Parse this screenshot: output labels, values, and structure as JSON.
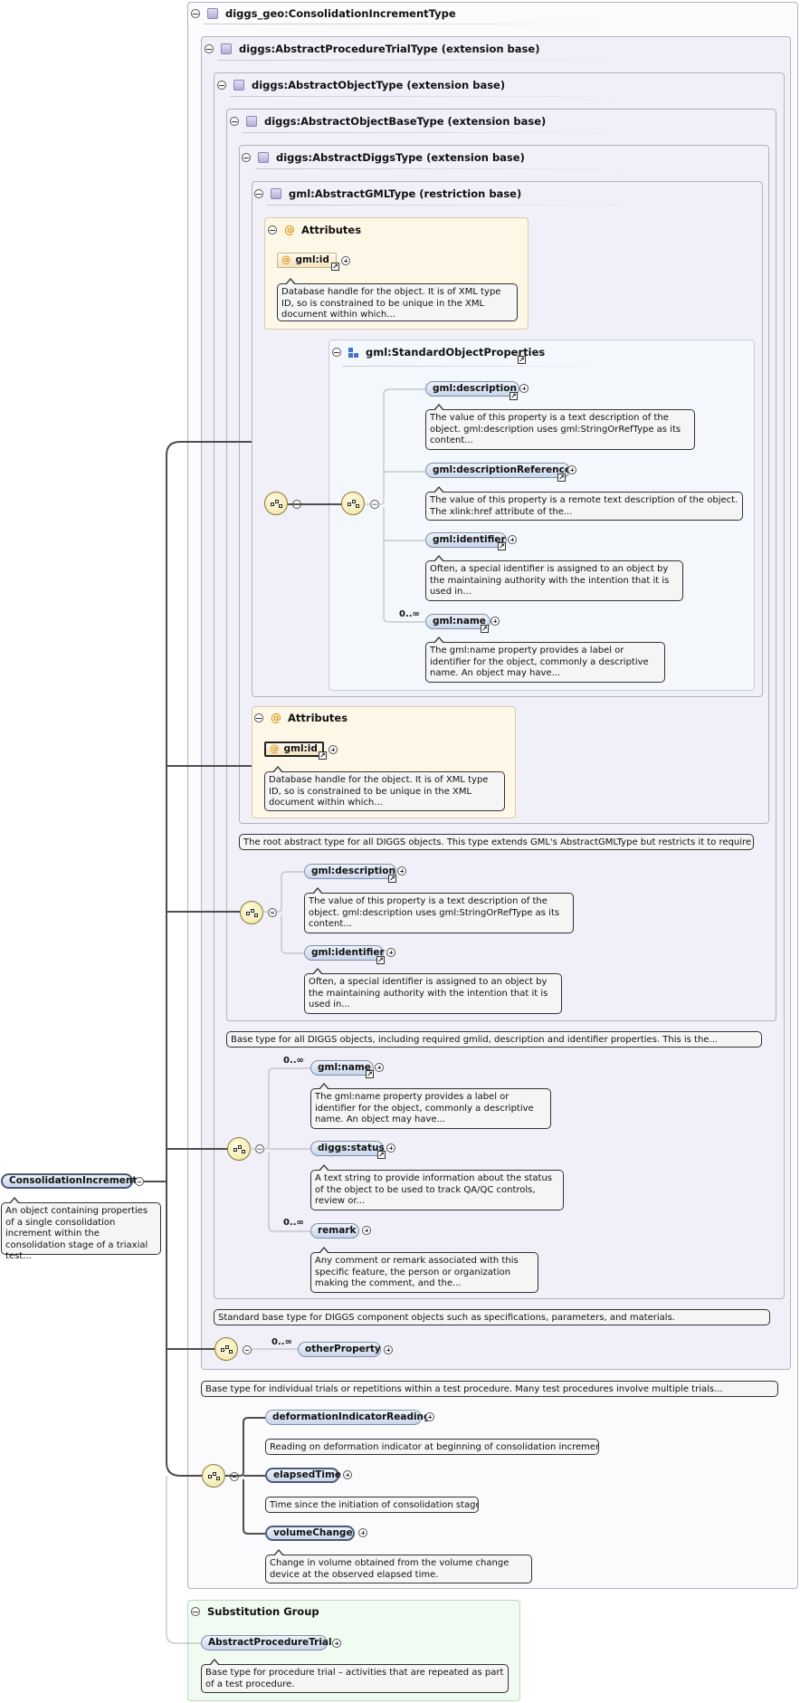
{
  "root": {
    "type_name": "diggs_geo:ConsolidationIncrementType",
    "element": "ConsolidationIncrement",
    "doc": "An object containing properties of a single consolidation increment within the consolidation stage of a triaxial test..."
  },
  "types": {
    "procedure_trial": "diggs:AbstractProcedureTrialType (extension base)",
    "object": "diggs:AbstractObjectType (extension base)",
    "object_base": "diggs:AbstractObjectBaseType (extension base)",
    "diggs": "diggs:AbstractDiggsType (extension base)",
    "gml": "gml:AbstractGMLType (restriction base)"
  },
  "gml_attrs": {
    "title": "Attributes",
    "id_label": "gml:id",
    "id_doc": "Database handle for the object. It is of XML type ID, so is constrained to be unique in the XML document within which..."
  },
  "std_props": {
    "title": "gml:StandardObjectProperties",
    "description": "gml:description",
    "description_doc": "The value of this property is a text description of the object. gml:description uses gml:StringOrRefType as its content...",
    "descriptionReference": "gml:descriptionReference",
    "descriptionReference_doc": "The value of this property is a remote text description of the object. The xlink:href attribute of the...",
    "identifier": "gml:identifier",
    "identifier_doc": "Often, a special identifier is assigned to an object by the maintaining authority with the intention that it is used in...",
    "name_card": "0..∞",
    "name": "gml:name",
    "name_doc": "The gml:name property provides a label or identifier for the object, commonly a descriptive name. An object may have..."
  },
  "diggs_attrs": {
    "title": "Attributes",
    "id_label": "gml:id",
    "id_doc": "Database handle for the object. It is of XML type ID, so is constrained to be unique in the XML document within which..."
  },
  "diggs_type_doc": "The root abstract type for all DIGGS objects. This type extends GML's AbstractGMLType but restricts it to require a...",
  "object_base_seq": {
    "description": "gml:description",
    "description_doc": "The value of this property is a text description of the object. gml:description uses gml:StringOrRefType as its content...",
    "identifier": "gml:identifier",
    "identifier_doc": "Often, a special identifier is assigned to an object by the maintaining authority with the intention that it is used in..."
  },
  "object_base_doc": "Base type for all DIGGS objects, including required gmlid, description and identifier properties. This is the...",
  "object_seq": {
    "name_card": "0..∞",
    "name": "gml:name",
    "name_doc": "The gml:name property provides a label or identifier for the object, commonly a descriptive name. An object may have...",
    "status": "diggs:status",
    "status_doc": "A text string to provide information about the status of the object to be used to track QA/QC controls, review or...",
    "remark_card": "0..∞",
    "remark": "remark",
    "remark_doc": "Any comment or remark associated with this specific feature, the person or organization making the comment, and the..."
  },
  "object_doc": "Standard base type for DIGGS component objects such as specifications, parameters, and materials.",
  "trial_seq": {
    "other_card": "0..∞",
    "other": "otherProperty"
  },
  "trial_doc": "Base type for individual trials or repetitions within a test procedure. Many test procedures involve multiple trials...",
  "increment_seq": {
    "deformation": "deformationIndicatorReading",
    "deformation_doc": "Reading on deformation indicator at beginning of consolidation increment.",
    "elapsed": "elapsedTime",
    "elapsed_doc": "Time since the initiation of consolidation stage",
    "volume": "volumeChange",
    "volume_doc": "Change in volume obtained from the volume change device at the observed elapsed time."
  },
  "substitution": {
    "title": "Substitution Group",
    "element": "AbstractProcedureTrial",
    "doc": "Base type for procedure trial – activities that are repeated as part of a test procedure."
  }
}
